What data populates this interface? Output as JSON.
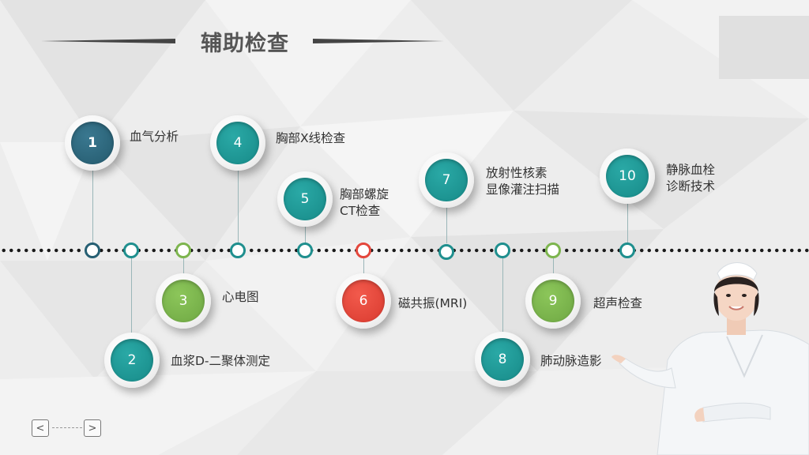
{
  "title": "辅助检查",
  "items": [
    {
      "num": "1",
      "label": "血气分析"
    },
    {
      "num": "2",
      "label": "血浆D-二聚体测定"
    },
    {
      "num": "3",
      "label": "心电图"
    },
    {
      "num": "4",
      "label": "胸部X线检查"
    },
    {
      "num": "5",
      "label_line1": "胸部螺旋",
      "label_line2": "CT检查"
    },
    {
      "num": "6",
      "label": "磁共振(MRI)"
    },
    {
      "num": "7",
      "label_line1": "放射性核素",
      "label_line2": "显像灌注扫描"
    },
    {
      "num": "8",
      "label": "肺动脉造影"
    },
    {
      "num": "9",
      "label": "超声检查"
    },
    {
      "num": "10",
      "label_line1": "静脉血栓",
      "label_line2": "诊断技术"
    }
  ],
  "nav": {
    "prev": "<",
    "next": ">"
  },
  "colors": {
    "teal": "#1f8f8e",
    "dark": "#265f73",
    "green": "#7db54e",
    "red": "#e4473c"
  }
}
